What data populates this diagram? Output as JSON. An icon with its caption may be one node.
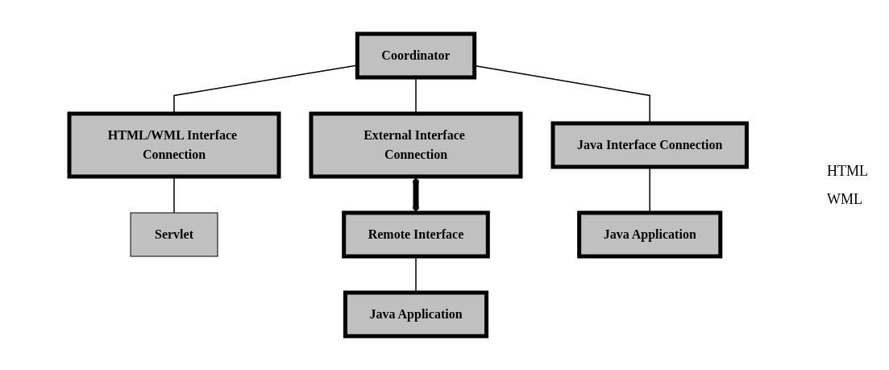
{
  "diagram": {
    "nodes": [
      {
        "text": [
          "Coordinator"
        ]
      },
      {
        "text": [
          "HTML/WML Interface Connection"
        ]
      },
      {
        "text": [
          "Java Interface Connection"
        ]
      },
      {
        "text": [
          "External Interface Connection"
        ]
      },
      {
        "text": [
          "Servlet"
        ]
      },
      {
        "text": [
          "Remote Interface"
        ]
      },
      {
        "text": [
          "Java Application"
        ]
      },
      {
        "text": [
          "Java Application"
        ]
      }
    ],
    "edges": [
      {
        "from": 0,
        "to": 1,
        "arrow": "none"
      },
      {
        "from": 0,
        "to": 2,
        "arrow": "none"
      },
      {
        "from": 0,
        "to": 3,
        "arrow": "none"
      },
      {
        "from": 1,
        "to": 4,
        "arrow": "none"
      },
      {
        "from": 2,
        "to": 6,
        "arrow": "none"
      },
      {
        "from": 3,
        "to": 5,
        "arrow": "both",
        "style": "thick"
      },
      {
        "from": 5,
        "to": 7,
        "arrow": "none"
      }
    ],
    "labels": [
      "HTML",
      "WML"
    ]
  }
}
